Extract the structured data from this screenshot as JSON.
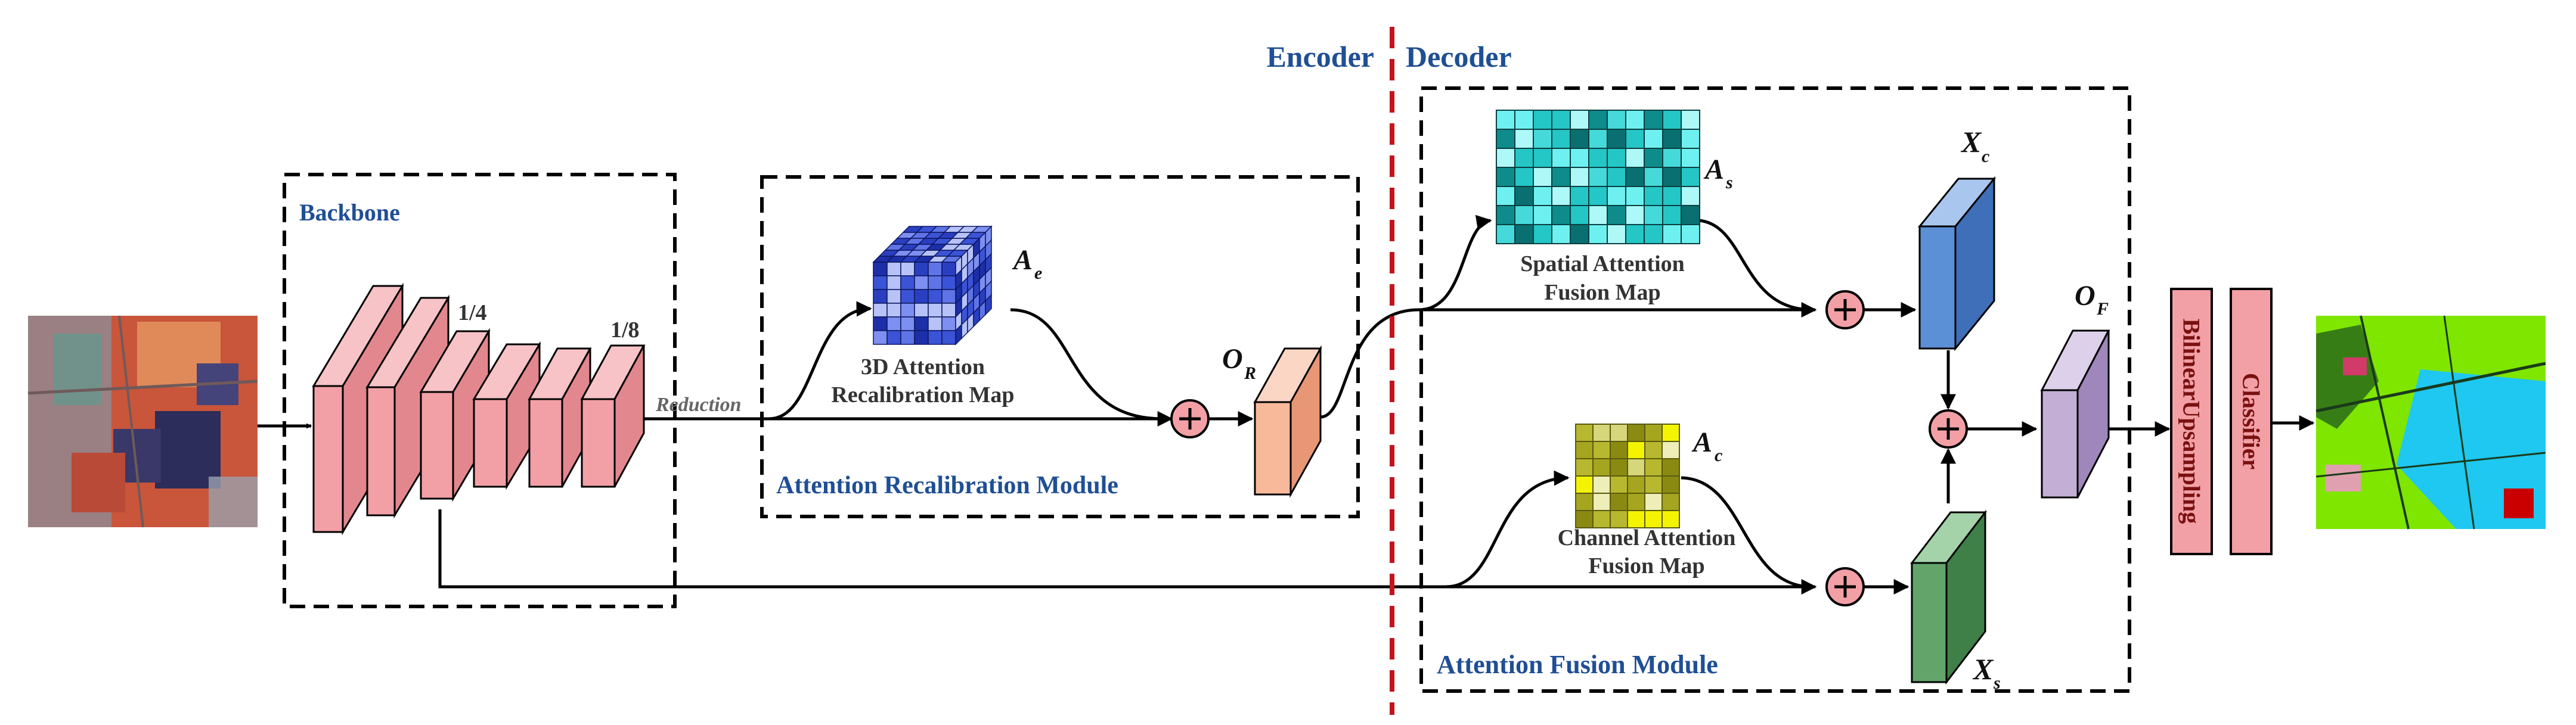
{
  "colors": {
    "accent_blue": "#1f4f95",
    "divider_red": "#c0161c",
    "backbone_pink": "#f2a0a6",
    "or_orange": "#f8b99a",
    "xc_blue": "#5b8fd6",
    "xs_green": "#62a46a",
    "of_purple": "#c3aed6",
    "plus_pink": "#f2a0a6"
  },
  "labels": {
    "encoder": "Encoder",
    "decoder": "Decoder",
    "backbone": "Backbone",
    "quarter": "1/4",
    "eighth": "1/8",
    "reduction": "Reduction",
    "map3d_line1": "3D Attention",
    "map3d_line2": "Recalibration Map",
    "arm": "Attention Recalibration Module",
    "spatial_line1": "Spatial Attention",
    "spatial_line2": "Fusion Map",
    "channel_line1": "Channel Attention",
    "channel_line2": "Fusion Map",
    "afm": "Attention Fusion Module",
    "upsampling": "BilinearUpsampling",
    "classifier": "Classifier"
  },
  "symbols": {
    "ae": {
      "base": "A",
      "sub": "e"
    },
    "as": {
      "base": "A",
      "sub": "s"
    },
    "ac": {
      "base": "A",
      "sub": "c"
    },
    "or": {
      "base": "O",
      "sub": "R"
    },
    "of": {
      "base": "O",
      "sub": "F"
    },
    "xc": {
      "base": "X",
      "sub": "c"
    },
    "xs": {
      "base": "X",
      "sub": "s"
    }
  },
  "icons": {
    "input": "satellite-input-image-icon",
    "output": "segmentation-output-map-icon",
    "plus": "element-wise-sum-icon"
  }
}
